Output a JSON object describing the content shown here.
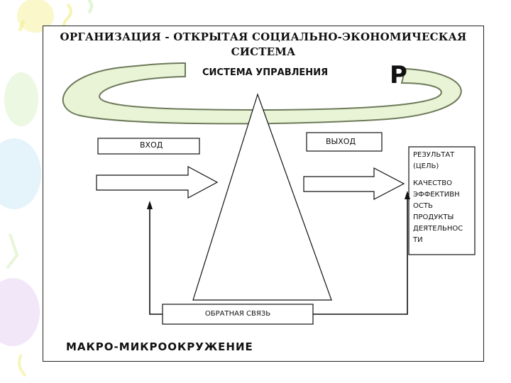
{
  "title_line1": "ОРГАНИЗАЦИЯ - ОТКРЫТАЯ СОЦИАЛЬНО-ЭКОНОМИЧЕСКАЯ",
  "title_line2": "СИСТЕМА",
  "management_system": "СИСТЕМА УПРАВЛЕНИЯ",
  "p_letter": "Р",
  "input_label": "ВХОД",
  "output_label": "ВЫХОД",
  "result_lines": [
    "РЕЗУЛЬТАТ",
    "(ЦЕЛЬ)",
    "",
    "КАЧЕСТВО",
    "ЭФФЕКТИВН",
    "ОСТЬ",
    "ПРОДУКТЫ",
    "ДЕЯТЕЛЬНОС",
    "ТИ"
  ],
  "feedback_label": "ОБРАТНАЯ СВЯЗЬ",
  "environment_label": "МАКРО-МИКРООКРУЖЕНИЕ",
  "colors": {
    "ring_fill": "#e9f3d6",
    "ring_stroke": "#6d7a5a",
    "line": "#111111",
    "decor": [
      "#f6f3a6",
      "#cfe9f7",
      "#ead7f3",
      "#d9f2c4"
    ]
  }
}
